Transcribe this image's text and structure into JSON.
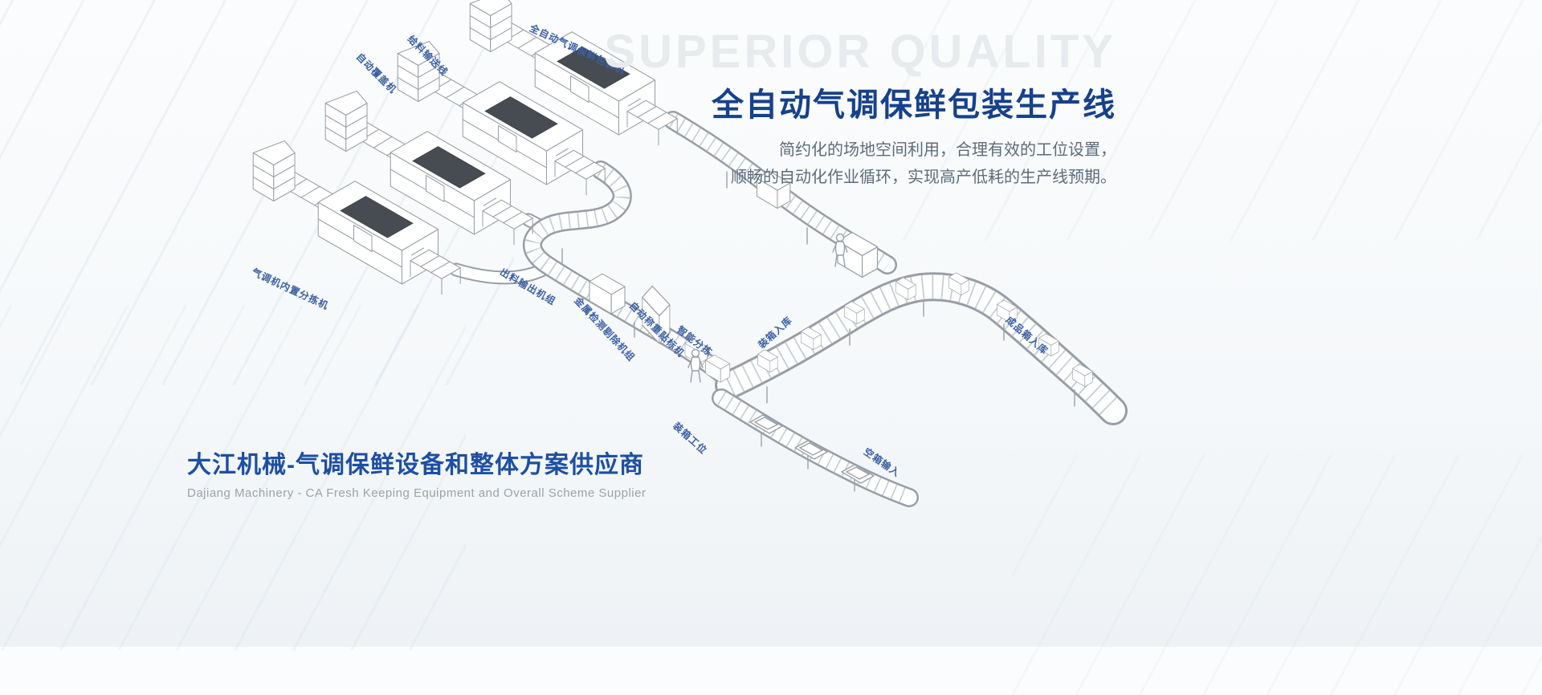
{
  "watermark": "SUPERIOR QUALITY",
  "hero": {
    "title": "全自动气调保鲜包装生产线",
    "description_line1": "简约化的场地空间利用，合理有效的工位设置，",
    "description_line2": "顺畅的自动化作业循环，实现高产低耗的生产线预期。"
  },
  "footer": {
    "title": "大江机械-气调保鲜设备和整体方案供应商",
    "subtitle": "Dajiang Machinery - CA Fresh Keeping Equipment and Overall Scheme Supplier"
  },
  "diagram": {
    "labels": [
      {
        "id": "auto-lidding-machine",
        "text": "自动覆盖机"
      },
      {
        "id": "feeding-conveyor-line",
        "text": "给料输送线"
      },
      {
        "id": "map-packaging-machine",
        "text": "全自动气调保鲜包装机"
      },
      {
        "id": "map-built-in-sorter",
        "text": "气调机内置分拣机"
      },
      {
        "id": "outfeed-conveyor-unit",
        "text": "出料输出机组"
      },
      {
        "id": "metal-detection-rejection-unit",
        "text": "金属检测剔除机组"
      },
      {
        "id": "auto-weighing-labeling-machine",
        "text": "自动称重贴标机"
      },
      {
        "id": "smart-sorting",
        "text": "智能分拣"
      },
      {
        "id": "cartoning-warehousing",
        "text": "装箱入库"
      },
      {
        "id": "cartoning-station",
        "text": "装箱工位"
      },
      {
        "id": "finished-carton-warehousing",
        "text": "成品箱入库"
      },
      {
        "id": "empty-carton-infeed",
        "text": "空箱输入"
      }
    ]
  },
  "colors": {
    "accent_blue": "#16418c",
    "label_blue": "#3a5fa5",
    "watermark_gray": "#e7ebee",
    "line_gray": "#9aa1a8"
  }
}
